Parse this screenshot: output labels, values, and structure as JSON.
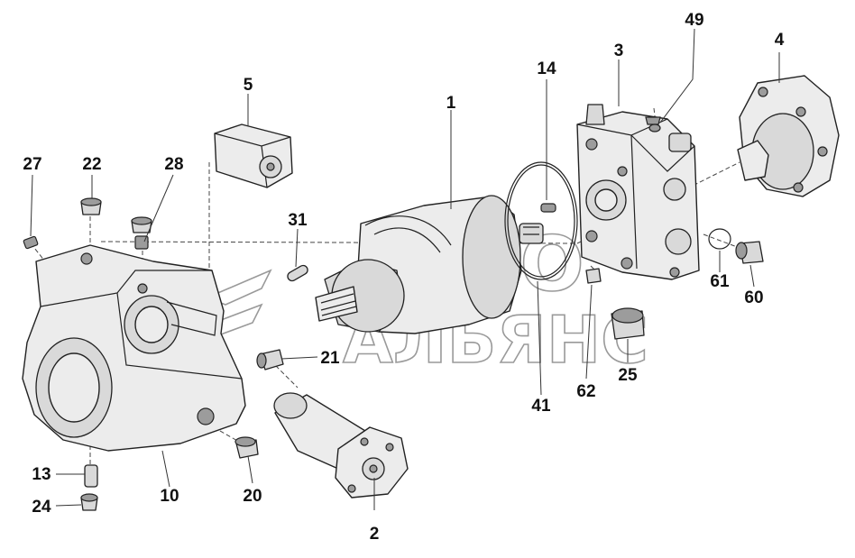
{
  "watermark": {
    "line1": "АВТО",
    "line2": "АЛЬЯНС"
  },
  "labels": [
    {
      "id": "1",
      "text": "1"
    },
    {
      "id": "2",
      "text": "2"
    },
    {
      "id": "3",
      "text": "3"
    },
    {
      "id": "4",
      "text": "4"
    },
    {
      "id": "5",
      "text": "5"
    },
    {
      "id": "10",
      "text": "10"
    },
    {
      "id": "13",
      "text": "13"
    },
    {
      "id": "14",
      "text": "14"
    },
    {
      "id": "20",
      "text": "20"
    },
    {
      "id": "21",
      "text": "21"
    },
    {
      "id": "22",
      "text": "22"
    },
    {
      "id": "24",
      "text": "24"
    },
    {
      "id": "25",
      "text": "25"
    },
    {
      "id": "27",
      "text": "27"
    },
    {
      "id": "28",
      "text": "28"
    },
    {
      "id": "31",
      "text": "31"
    },
    {
      "id": "41",
      "text": "41"
    },
    {
      "id": "49",
      "text": "49"
    },
    {
      "id": "60",
      "text": "60"
    },
    {
      "id": "61",
      "text": "61"
    },
    {
      "id": "62",
      "text": "62"
    }
  ]
}
